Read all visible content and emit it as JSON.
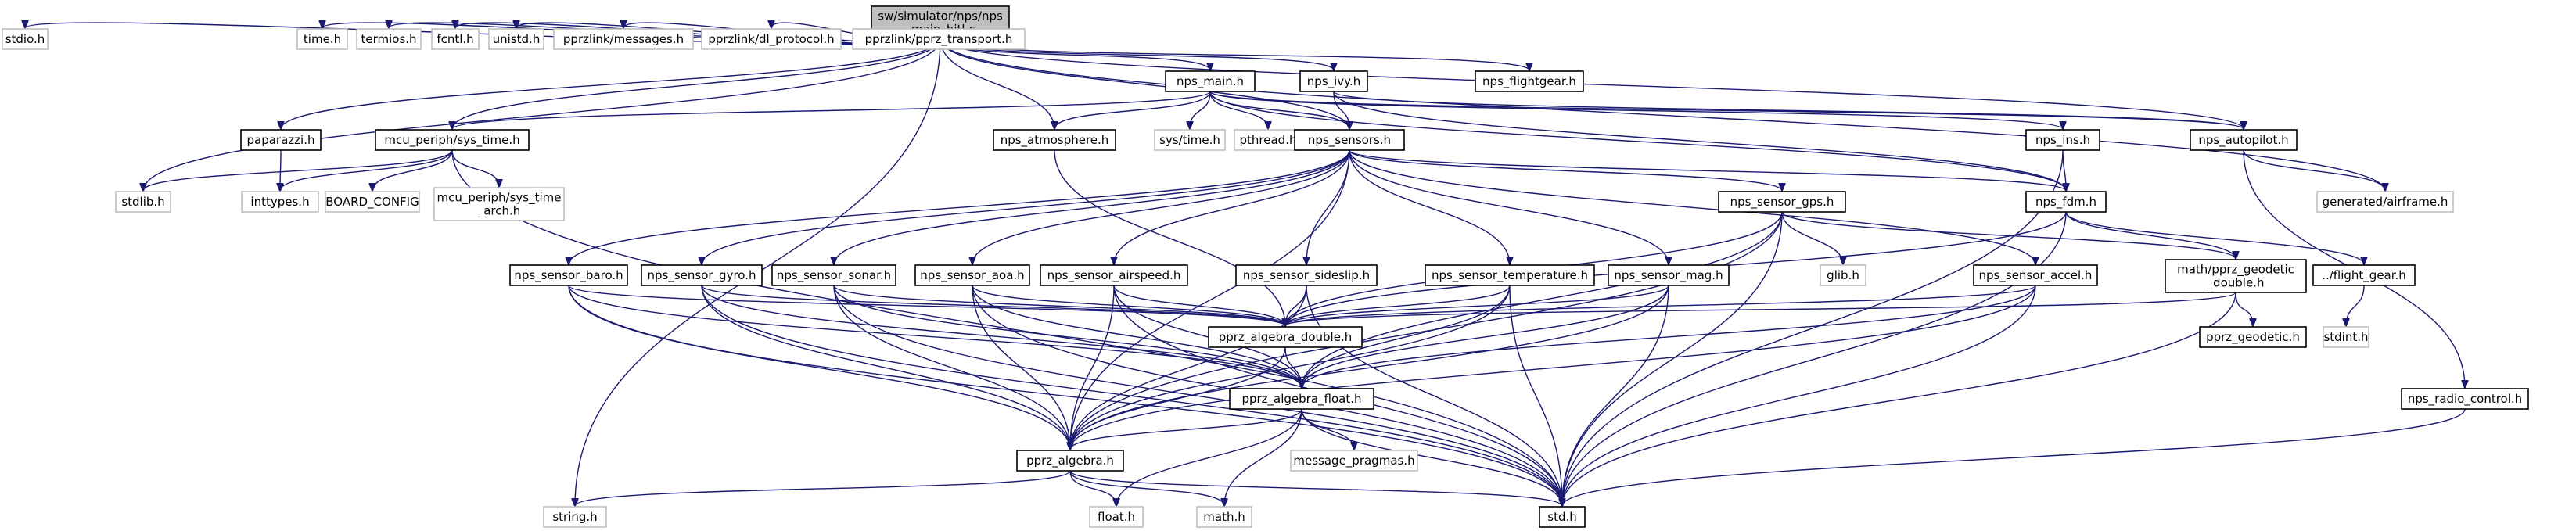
{
  "diagram": {
    "nodes": [
      {
        "id": "main",
        "label": [
          "sw/simulator/nps/nps",
          "_main_hitl.c"
        ],
        "kind": "main"
      },
      {
        "id": "stdio",
        "label": [
          "stdio.h"
        ],
        "kind": "sys"
      },
      {
        "id": "time",
        "label": [
          "time.h"
        ],
        "kind": "sys"
      },
      {
        "id": "termios",
        "label": [
          "termios.h"
        ],
        "kind": "sys"
      },
      {
        "id": "fcntl",
        "label": [
          "fcntl.h"
        ],
        "kind": "sys"
      },
      {
        "id": "unistd",
        "label": [
          "unistd.h"
        ],
        "kind": "sys"
      },
      {
        "id": "messages",
        "label": [
          "pprzlink/messages.h"
        ],
        "kind": "sys"
      },
      {
        "id": "dlproto",
        "label": [
          "pprzlink/dl_protocol.h"
        ],
        "kind": "sys"
      },
      {
        "id": "pprztrans",
        "label": [
          "pprzlink/pprz_transport.h"
        ],
        "kind": "sys"
      },
      {
        "id": "npsmain",
        "label": [
          "nps_main.h"
        ],
        "kind": "doc"
      },
      {
        "id": "npsivy",
        "label": [
          "nps_ivy.h"
        ],
        "kind": "doc"
      },
      {
        "id": "flightgear",
        "label": [
          "nps_flightgear.h"
        ],
        "kind": "doc"
      },
      {
        "id": "paparazzi",
        "label": [
          "paparazzi.h"
        ],
        "kind": "doc"
      },
      {
        "id": "systime",
        "label": [
          "mcu_periph/sys_time.h"
        ],
        "kind": "doc"
      },
      {
        "id": "systimeh",
        "label": [
          "sys/time.h"
        ],
        "kind": "sys"
      },
      {
        "id": "pthread",
        "label": [
          "pthread.h"
        ],
        "kind": "sys"
      },
      {
        "id": "atmos",
        "label": [
          "nps_atmosphere.h"
        ],
        "kind": "doc"
      },
      {
        "id": "sensors",
        "label": [
          "nps_sensors.h"
        ],
        "kind": "doc"
      },
      {
        "id": "ins",
        "label": [
          "nps_ins.h"
        ],
        "kind": "doc"
      },
      {
        "id": "autopilot",
        "label": [
          "nps_autopilot.h"
        ],
        "kind": "doc"
      },
      {
        "id": "stdlib",
        "label": [
          "stdlib.h"
        ],
        "kind": "sys"
      },
      {
        "id": "inttypes",
        "label": [
          "inttypes.h"
        ],
        "kind": "sys"
      },
      {
        "id": "board",
        "label": [
          "BOARD_CONFIG"
        ],
        "kind": "sys"
      },
      {
        "id": "systimearch",
        "label": [
          "mcu_periph/sys_time",
          "_arch.h"
        ],
        "kind": "sys"
      },
      {
        "id": "airframe",
        "label": [
          "generated/airframe.h"
        ],
        "kind": "sys"
      },
      {
        "id": "gps",
        "label": [
          "nps_sensor_gps.h"
        ],
        "kind": "doc"
      },
      {
        "id": "fdm",
        "label": [
          "nps_fdm.h"
        ],
        "kind": "doc"
      },
      {
        "id": "baro",
        "label": [
          "nps_sensor_baro.h"
        ],
        "kind": "doc"
      },
      {
        "id": "gyro",
        "label": [
          "nps_sensor_gyro.h"
        ],
        "kind": "doc"
      },
      {
        "id": "sonar",
        "label": [
          "nps_sensor_sonar.h"
        ],
        "kind": "doc"
      },
      {
        "id": "aoa",
        "label": [
          "nps_sensor_aoa.h"
        ],
        "kind": "doc"
      },
      {
        "id": "airspeed",
        "label": [
          "nps_sensor_airspeed.h"
        ],
        "kind": "doc"
      },
      {
        "id": "sideslip",
        "label": [
          "nps_sensor_sideslip.h"
        ],
        "kind": "doc"
      },
      {
        "id": "temperature",
        "label": [
          "nps_sensor_temperature.h"
        ],
        "kind": "doc"
      },
      {
        "id": "mag",
        "label": [
          "nps_sensor_mag.h"
        ],
        "kind": "doc"
      },
      {
        "id": "glib",
        "label": [
          "glib.h"
        ],
        "kind": "sys"
      },
      {
        "id": "accel",
        "label": [
          "nps_sensor_accel.h"
        ],
        "kind": "doc"
      },
      {
        "id": "geodd",
        "label": [
          "math/pprz_geodetic",
          "_double.h"
        ],
        "kind": "doc"
      },
      {
        "id": "flightgearh",
        "label": [
          "../flight_gear.h"
        ],
        "kind": "doc"
      },
      {
        "id": "pad",
        "label": [
          "pprz_algebra_double.h"
        ],
        "kind": "doc"
      },
      {
        "id": "geodetic",
        "label": [
          "pprz_geodetic.h"
        ],
        "kind": "doc"
      },
      {
        "id": "stdint",
        "label": [
          "stdint.h"
        ],
        "kind": "sys"
      },
      {
        "id": "paf",
        "label": [
          "pprz_algebra_float.h"
        ],
        "kind": "doc"
      },
      {
        "id": "radio",
        "label": [
          "nps_radio_control.h"
        ],
        "kind": "doc"
      },
      {
        "id": "pa",
        "label": [
          "pprz_algebra.h"
        ],
        "kind": "doc"
      },
      {
        "id": "msgprag",
        "label": [
          "message_pragmas.h"
        ],
        "kind": "sys"
      },
      {
        "id": "stringh",
        "label": [
          "string.h"
        ],
        "kind": "sys"
      },
      {
        "id": "floath",
        "label": [
          "float.h"
        ],
        "kind": "sys"
      },
      {
        "id": "mathh",
        "label": [
          "math.h"
        ],
        "kind": "sys"
      },
      {
        "id": "std",
        "label": [
          "std.h"
        ],
        "kind": "doc"
      }
    ],
    "edges": [
      [
        "main",
        "stdio"
      ],
      [
        "main",
        "time"
      ],
      [
        "main",
        "termios"
      ],
      [
        "main",
        "fcntl"
      ],
      [
        "main",
        "unistd"
      ],
      [
        "main",
        "messages"
      ],
      [
        "main",
        "dlproto"
      ],
      [
        "main",
        "pprztrans"
      ],
      [
        "main",
        "npsmain"
      ],
      [
        "main",
        "npsivy"
      ],
      [
        "main",
        "flightgear"
      ],
      [
        "main",
        "paparazzi"
      ],
      [
        "main",
        "systime"
      ],
      [
        "main",
        "atmos"
      ],
      [
        "main",
        "sensors"
      ],
      [
        "main",
        "autopilot"
      ],
      [
        "main",
        "stdlib"
      ],
      [
        "main",
        "stringh"
      ],
      [
        "main",
        "airframe"
      ],
      [
        "npsmain",
        "systime"
      ],
      [
        "npsmain",
        "systimeh"
      ],
      [
        "npsmain",
        "pthread"
      ],
      [
        "npsmain",
        "atmos"
      ],
      [
        "npsmain",
        "sensors"
      ],
      [
        "npsmain",
        "fdm"
      ],
      [
        "npsmain",
        "ins"
      ],
      [
        "npsmain",
        "autopilot"
      ],
      [
        "npsivy",
        "sensors"
      ],
      [
        "npsivy",
        "fdm"
      ],
      [
        "npsivy",
        "autopilot"
      ],
      [
        "paparazzi",
        "inttypes"
      ],
      [
        "systime",
        "stdlib"
      ],
      [
        "systime",
        "inttypes"
      ],
      [
        "systime",
        "board"
      ],
      [
        "systime",
        "systimearch"
      ],
      [
        "systime",
        "std"
      ],
      [
        "atmos",
        "pad"
      ],
      [
        "sensors",
        "baro"
      ],
      [
        "sensors",
        "gyro"
      ],
      [
        "sensors",
        "sonar"
      ],
      [
        "sensors",
        "aoa"
      ],
      [
        "sensors",
        "airspeed"
      ],
      [
        "sensors",
        "sideslip"
      ],
      [
        "sensors",
        "temperature"
      ],
      [
        "sensors",
        "mag"
      ],
      [
        "sensors",
        "gps"
      ],
      [
        "sensors",
        "accel"
      ],
      [
        "sensors",
        "fdm"
      ],
      [
        "sensors",
        "pa"
      ],
      [
        "ins",
        "fdm"
      ],
      [
        "ins",
        "std"
      ],
      [
        "autopilot",
        "airframe"
      ],
      [
        "autopilot",
        "radio"
      ],
      [
        "gps",
        "pad"
      ],
      [
        "gps",
        "glib"
      ],
      [
        "gps",
        "geodd"
      ],
      [
        "gps",
        "std"
      ],
      [
        "gps",
        "pa"
      ],
      [
        "gps",
        "paf"
      ],
      [
        "fdm",
        "geodd"
      ],
      [
        "fdm",
        "flightgearh"
      ],
      [
        "fdm",
        "pad"
      ],
      [
        "fdm",
        "std"
      ],
      [
        "baro",
        "pad"
      ],
      [
        "baro",
        "paf"
      ],
      [
        "baro",
        "pa"
      ],
      [
        "baro",
        "std"
      ],
      [
        "gyro",
        "pad"
      ],
      [
        "gyro",
        "paf"
      ],
      [
        "gyro",
        "pa"
      ],
      [
        "gyro",
        "std"
      ],
      [
        "sonar",
        "pad"
      ],
      [
        "sonar",
        "paf"
      ],
      [
        "sonar",
        "pa"
      ],
      [
        "sonar",
        "std"
      ],
      [
        "aoa",
        "pad"
      ],
      [
        "aoa",
        "paf"
      ],
      [
        "aoa",
        "pa"
      ],
      [
        "aoa",
        "std"
      ],
      [
        "airspeed",
        "pad"
      ],
      [
        "airspeed",
        "paf"
      ],
      [
        "airspeed",
        "pa"
      ],
      [
        "airspeed",
        "std"
      ],
      [
        "sideslip",
        "pad"
      ],
      [
        "sideslip",
        "pa"
      ],
      [
        "sideslip",
        "std"
      ],
      [
        "temperature",
        "pad"
      ],
      [
        "temperature",
        "paf"
      ],
      [
        "temperature",
        "pa"
      ],
      [
        "temperature",
        "std"
      ],
      [
        "mag",
        "pad"
      ],
      [
        "mag",
        "paf"
      ],
      [
        "mag",
        "pa"
      ],
      [
        "mag",
        "std"
      ],
      [
        "accel",
        "pad"
      ],
      [
        "accel",
        "paf"
      ],
      [
        "accel",
        "pa"
      ],
      [
        "accel",
        "std"
      ],
      [
        "geodd",
        "pad"
      ],
      [
        "geodd",
        "geodetic"
      ],
      [
        "geodd",
        "std"
      ],
      [
        "flightgearh",
        "stdint"
      ],
      [
        "pad",
        "paf"
      ],
      [
        "pad",
        "pa"
      ],
      [
        "paf",
        "pa"
      ],
      [
        "paf",
        "msgprag"
      ],
      [
        "paf",
        "floath"
      ],
      [
        "paf",
        "mathh"
      ],
      [
        "paf",
        "std"
      ],
      [
        "pa",
        "stringh"
      ],
      [
        "pa",
        "floath"
      ],
      [
        "pa",
        "mathh"
      ],
      [
        "pa",
        "std"
      ],
      [
        "radio",
        "std"
      ]
    ]
  }
}
